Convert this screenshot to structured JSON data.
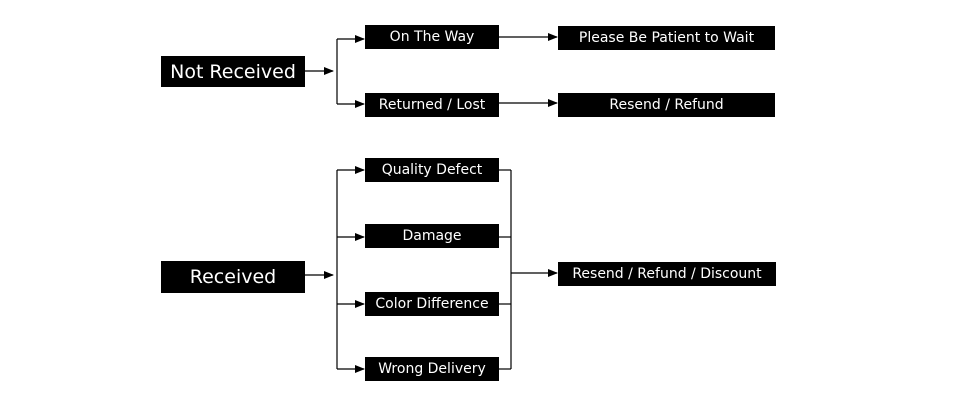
{
  "nodes": {
    "not_received": "Not Received",
    "received": "Received",
    "on_the_way": "On The Way",
    "returned_lost": "Returned / Lost",
    "please_wait": "Please Be Patient to Wait",
    "resend_refund": "Resend / Refund",
    "quality_defect": "Quality Defect",
    "damage": "Damage",
    "color_difference": "Color Difference",
    "wrong_delivery": "Wrong Delivery",
    "resend_refund_discount": "Resend / Refund / Discount"
  },
  "colors": {
    "box_fill": "#000000",
    "box_text": "#ffffff",
    "connector": "#000000",
    "background": "#ffffff"
  }
}
